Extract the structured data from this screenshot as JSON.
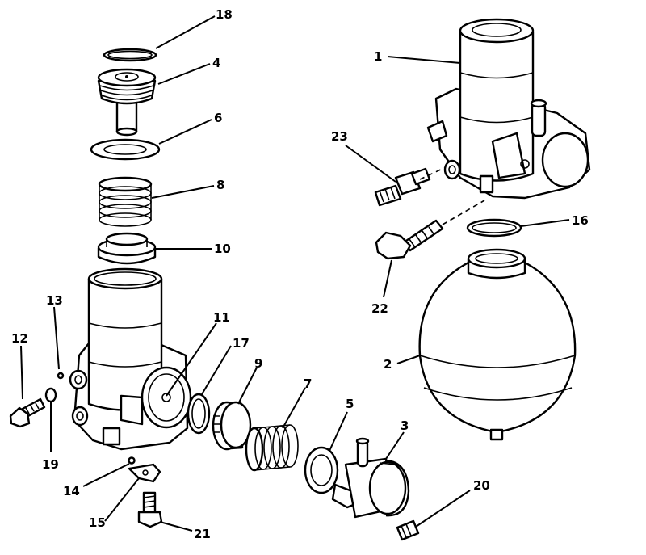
{
  "callouts": [
    {
      "id": "c1",
      "text": "1"
    },
    {
      "id": "c2",
      "text": "2"
    },
    {
      "id": "c3",
      "text": "3"
    },
    {
      "id": "c4",
      "text": "4"
    },
    {
      "id": "c5",
      "text": "5"
    },
    {
      "id": "c6",
      "text": "6"
    },
    {
      "id": "c7",
      "text": "7"
    },
    {
      "id": "c8",
      "text": "8"
    },
    {
      "id": "c9",
      "text": "9"
    },
    {
      "id": "c10",
      "text": "10"
    },
    {
      "id": "c11",
      "text": "11"
    },
    {
      "id": "c12",
      "text": "12"
    },
    {
      "id": "c13",
      "text": "13"
    },
    {
      "id": "c14",
      "text": "14"
    },
    {
      "id": "c15",
      "text": "15"
    },
    {
      "id": "c16",
      "text": "16"
    },
    {
      "id": "c17",
      "text": "17"
    },
    {
      "id": "c18",
      "text": "18"
    },
    {
      "id": "c19",
      "text": "19"
    },
    {
      "id": "c20",
      "text": "20"
    },
    {
      "id": "c21",
      "text": "21"
    },
    {
      "id": "c22",
      "text": "22"
    },
    {
      "id": "c23",
      "text": "23"
    }
  ]
}
